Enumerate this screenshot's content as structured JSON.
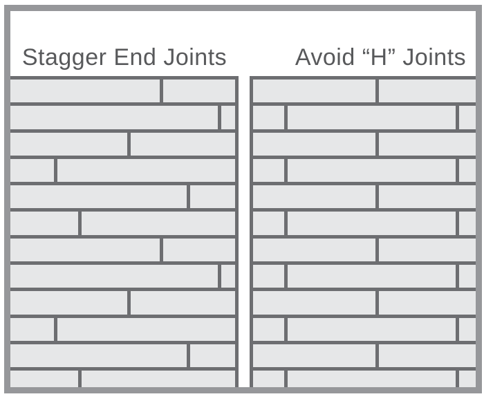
{
  "diagram": {
    "colors": {
      "background": "#ffffff",
      "frame": "#96979a",
      "joint_line": "#6d6e71",
      "plank_fill": "#e6e7e8",
      "title_text": "#58595b"
    },
    "left_panel": {
      "title": "Stagger End Joints",
      "rows": [
        [
          0.671
        ],
        [
          0.932
        ],
        [
          0.529
        ],
        [
          0.2
        ],
        [
          0.791
        ],
        [
          0.308
        ],
        [
          0.671
        ],
        [
          0.932
        ],
        [
          0.529
        ],
        [
          0.2
        ],
        [
          0.791
        ],
        [
          0.308
        ]
      ]
    },
    "right_panel": {
      "title": "Avoid “H” Joints",
      "rows": [
        [
          0.559
        ],
        [
          0.146,
          0.919
        ],
        [
          0.559
        ],
        [
          0.146,
          0.919
        ],
        [
          0.559
        ],
        [
          0.146,
          0.919
        ],
        [
          0.559
        ],
        [
          0.146,
          0.919
        ],
        [
          0.559
        ],
        [
          0.146,
          0.919
        ],
        [
          0.559
        ],
        [
          0.146,
          0.919
        ]
      ]
    }
  }
}
